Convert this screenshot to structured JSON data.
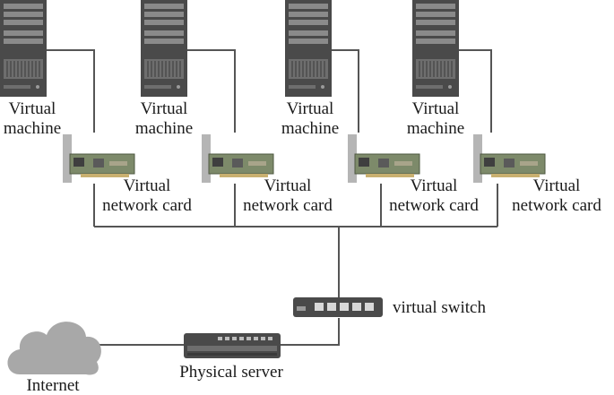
{
  "diagram": {
    "vm_label_line1": "Virtual",
    "vm_label_line2": "machine",
    "nic_label_line1": "Virtual",
    "nic_label_line2": "network card",
    "switch_label": "virtual switch",
    "server_label": "Physical server",
    "internet_label": "Internet",
    "virtual_machines": [
      {
        "line1": "Virtual",
        "line2": "machine"
      },
      {
        "line1": "Virtual",
        "line2": "machine"
      },
      {
        "line1": "Virtual",
        "line2": "machine"
      },
      {
        "line1": "Virtual",
        "line2": "machine"
      }
    ],
    "network_cards": [
      {
        "line1": "Virtual",
        "line2": "network card"
      },
      {
        "line1": "Virtual",
        "line2": "network card"
      },
      {
        "line1": "Virtual",
        "line2": "network card"
      },
      {
        "line1": "Virtual",
        "line2": "network card"
      }
    ]
  },
  "colors": {
    "line": "#555555",
    "server_dark": "#4a4a4a",
    "server_mid": "#6e6e6e",
    "server_light": "#9a9a9a",
    "card_green": "#7d8a6a",
    "cloud": "#a8a8a8"
  }
}
